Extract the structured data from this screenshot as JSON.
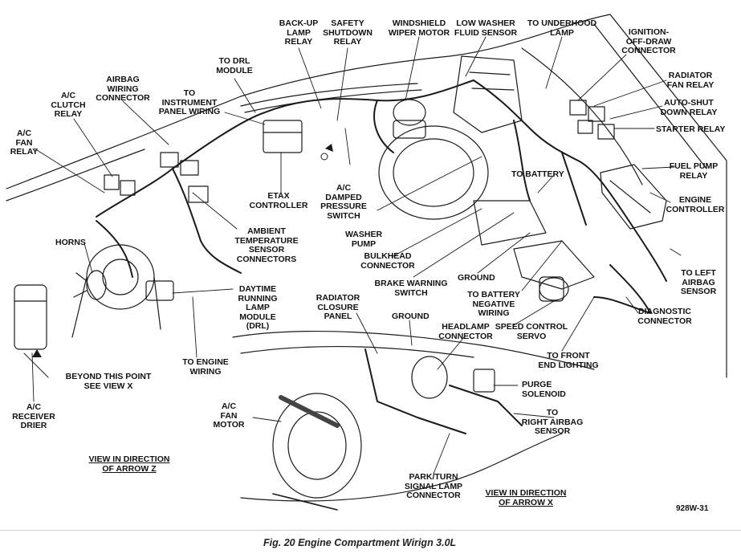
{
  "caption": "Fig. 20 Engine Compartment Wirign 3.0L",
  "figure_code": "928W-31",
  "view_z": "VIEW IN DIRECTION\nOF ARROW Z",
  "view_x": "VIEW IN DIRECTION\nOF ARROW X",
  "labels": {
    "backup_lamp_relay": "BACK-UP\nLAMP\nRELAY",
    "safety_shutdown_relay": "SAFETY\nSHUTDOWN\nRELAY",
    "windshield_wiper_motor": "WINDSHIELD\nWIPER MOTOR",
    "low_washer_fluid_sensor": "LOW WASHER\nFLUID SENSOR",
    "to_underhood_lamp": "TO UNDERHOOD\nLAMP",
    "ignition_off_draw_connector": "IGNITION-\nOFF-DRAW\nCONNECTOR",
    "radiator_fan_relay": "RADIATOR\nFAN RELAY",
    "auto_shut_down_relay": "AUTO-SHUT\nDOWN RELAY",
    "starter_relay": "STARTER RELAY",
    "fuel_pump_relay": "FUEL PUMP\nRELAY",
    "engine_controller": "ENGINE\nCONTROLLER",
    "to_left_airbag_sensor": "TO LEFT\nAIRBAG\nSENSOR",
    "diagnostic_connector": "DIAGNOSTIC\nCONNECTOR",
    "to_drl_module": "TO DRL\nMODULE",
    "airbag_wiring_connector": "AIRBAG\nWIRING\nCONNECTOR",
    "to_instrument_panel_wiring": "TO\nINSTRUMENT\nPANEL WIRING",
    "ac_clutch_relay": "A/C\nCLUTCH\nRELAY",
    "ac_fan_relay": "A/C\nFAN\nRELAY",
    "etax_controller": "ETAX\nCONTROLLER",
    "ac_damped_pressure_switch": "A/C\nDAMPED\nPRESSURE\nSWITCH",
    "washer_pump": "WASHER\nPUMP",
    "to_battery": "TO BATTERY",
    "ambient_temperature_sensor_connectors": "AMBIENT\nTEMPERATURE\nSENSOR\nCONNECTORS",
    "horns": "HORNS",
    "bulkhead_connector": "BULKHEAD\nCONNECTOR",
    "brake_warning_switch": "BRAKE WARNING\nSWITCH",
    "ground_1": "GROUND",
    "to_battery_negative_wiring": "TO BATTERY\nNEGATIVE\nWIRING",
    "daytime_running_lamp_module": "DAYTIME\nRUNNING\nLAMP\nMODULE\n(DRL)",
    "radiator_closure_panel": "RADIATOR\nCLOSURE\nPANEL",
    "ground_2": "GROUND",
    "headlamp_connector": "HEADLAMP\nCONNECTOR",
    "speed_control_servo": "SPEED CONTROL\nSERVO",
    "to_engine_wiring": "TO ENGINE\nWIRING",
    "to_front_end_lighting": "TO FRONT\nEND LIGHTING",
    "beyond_this_point": "BEYOND THIS POINT\nSEE VIEW X",
    "purge_solenoid": "PURGE\nSOLENOID",
    "ac_receiver_drier": "A/C\nRECEIVER\nDRIER",
    "ac_fan_motor": "A/C\nFAN\nMOTOR",
    "to_right_airbag_sensor": "TO\nRIGHT AIRBAG\nSENSOR",
    "park_turn_signal_lamp_connector": "PARK/TURN\nSIGNAL LAMP\nCONNECTOR"
  }
}
